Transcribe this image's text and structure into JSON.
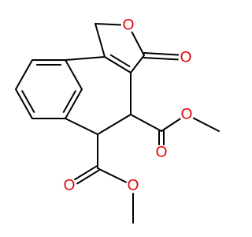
{
  "molecule": {
    "atom_labels": {
      "ring_oxygen": "O",
      "lactone_carbonyl_oxygen": "O",
      "ester_right_carbonyl_oxygen": "O",
      "ester_right_ether_oxygen": "O",
      "ester_bottom_carbonyl_oxygen": "O",
      "ester_bottom_ether_oxygen": "O"
    },
    "colors": {
      "bond": "#000000",
      "heteroatom_oxygen": "#e00000",
      "background": "#ffffff"
    }
  }
}
